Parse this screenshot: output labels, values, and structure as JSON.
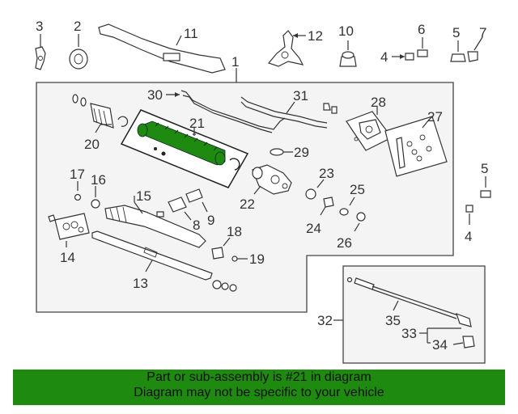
{
  "callouts": {
    "n1": "1",
    "n2": "2",
    "n3": "3",
    "n4a": "4",
    "n4b": "4",
    "n5a": "5",
    "n5b": "5",
    "n6": "6",
    "n7": "7",
    "n8": "8",
    "n9": "9",
    "n10": "10",
    "n11": "11",
    "n12": "12",
    "n13": "13",
    "n14": "14",
    "n15": "15",
    "n16": "16",
    "n17": "17",
    "n18": "18",
    "n19": "19",
    "n20": "20",
    "n21": "21",
    "n22": "22",
    "n23": "23",
    "n24": "24",
    "n25": "25",
    "n26": "26",
    "n27": "27",
    "n28": "28",
    "n29": "29",
    "n30": "30",
    "n31": "31",
    "n32": "32",
    "n33": "33",
    "n34": "34",
    "n35": "35"
  },
  "highlight": {
    "part_number": "21",
    "color": "#1f8a10"
  },
  "footer": {
    "line1": "Part or sub-assembly is #21 in diagram",
    "line2": "Diagram may not be specific to your vehicle",
    "background": "#1f8a10"
  }
}
